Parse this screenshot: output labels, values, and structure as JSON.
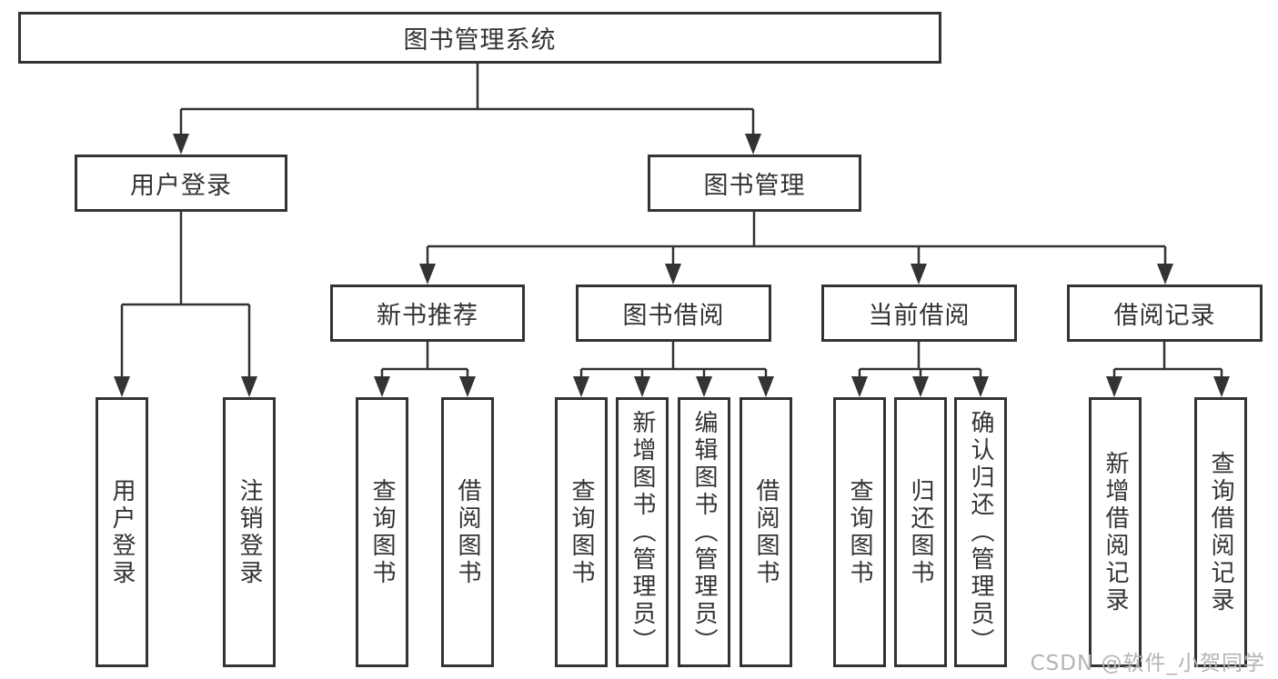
{
  "tree": {
    "root": "图书管理系统",
    "children": [
      {
        "label": "用户登录",
        "children": [
          {
            "label": "用户登录"
          },
          {
            "label": "注销登录"
          }
        ]
      },
      {
        "label": "图书管理",
        "children": [
          {
            "label": "新书推荐",
            "children": [
              {
                "label": "查询图书"
              },
              {
                "label": "借阅图书"
              }
            ]
          },
          {
            "label": "图书借阅",
            "children": [
              {
                "label": "查询图书"
              },
              {
                "label": "新增图书（管理员）"
              },
              {
                "label": "编辑图书（管理员）"
              },
              {
                "label": "借阅图书"
              }
            ]
          },
          {
            "label": "当前借阅",
            "children": [
              {
                "label": "查询图书"
              },
              {
                "label": "归还图书"
              },
              {
                "label": "确认归还（管理员）"
              }
            ]
          },
          {
            "label": "借阅记录",
            "children": [
              {
                "label": "新增借阅记录"
              },
              {
                "label": "查询借阅记录"
              }
            ]
          }
        ]
      }
    ]
  },
  "watermark": "CSDN @软件_小贺同学",
  "colors": {
    "line": "#333333",
    "box_border": "#333333",
    "text": "#333333",
    "background": "#ffffff",
    "watermark": "#b4b4b4"
  }
}
